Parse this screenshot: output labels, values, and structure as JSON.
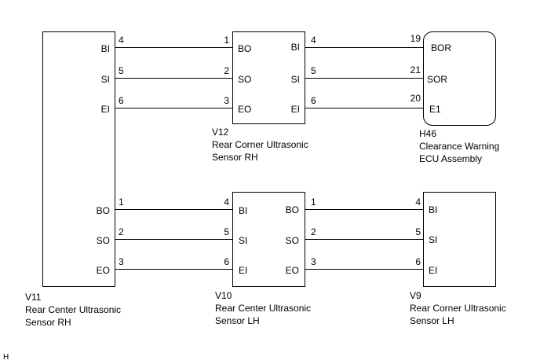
{
  "components": {
    "v11": {
      "code": "V11",
      "name_line1": "Rear Center Ultrasonic",
      "name_line2": "Sensor RH"
    },
    "v12": {
      "code": "V12",
      "name_line1": "Rear Corner Ultrasonic",
      "name_line2": "Sensor RH"
    },
    "h46": {
      "code": "H46",
      "name_line1": "Clearance Warning",
      "name_line2": "ECU Assembly"
    },
    "v10": {
      "code": "V10",
      "name_line1": "Rear Center Ultrasonic",
      "name_line2": "Sensor LH"
    },
    "v9": {
      "code": "V9",
      "name_line1": "Rear Corner Ultrasonic",
      "name_line2": "Sensor LH"
    }
  },
  "pins": {
    "v11": {
      "bi": "BI",
      "si": "SI",
      "ei": "EI",
      "bo": "BO",
      "so": "SO",
      "eo": "EO",
      "bi_n": "4",
      "si_n": "5",
      "ei_n": "6",
      "bo_n": "1",
      "so_n": "2",
      "eo_n": "3"
    },
    "v12": {
      "bo": "BO",
      "so": "SO",
      "eo": "EO",
      "bi": "BI",
      "si": "SI",
      "ei": "EI",
      "bo_n": "1",
      "so_n": "2",
      "eo_n": "3",
      "bi_n": "4",
      "si_n": "5",
      "ei_n": "6"
    },
    "h46": {
      "bor": "BOR",
      "sor": "SOR",
      "e1": "E1",
      "bor_n": "19",
      "sor_n": "21",
      "e1_n": "20"
    },
    "v10": {
      "bi": "BI",
      "si": "SI",
      "ei": "EI",
      "bo": "BO",
      "so": "SO",
      "eo": "EO",
      "bi_n": "4",
      "si_n": "5",
      "ei_n": "6",
      "bo_n": "1",
      "so_n": "2",
      "eo_n": "3"
    },
    "v9": {
      "bi": "BI",
      "si": "SI",
      "ei": "EI",
      "bi_n": "4",
      "si_n": "5",
      "ei_n": "6"
    }
  },
  "footer_mark": "H"
}
